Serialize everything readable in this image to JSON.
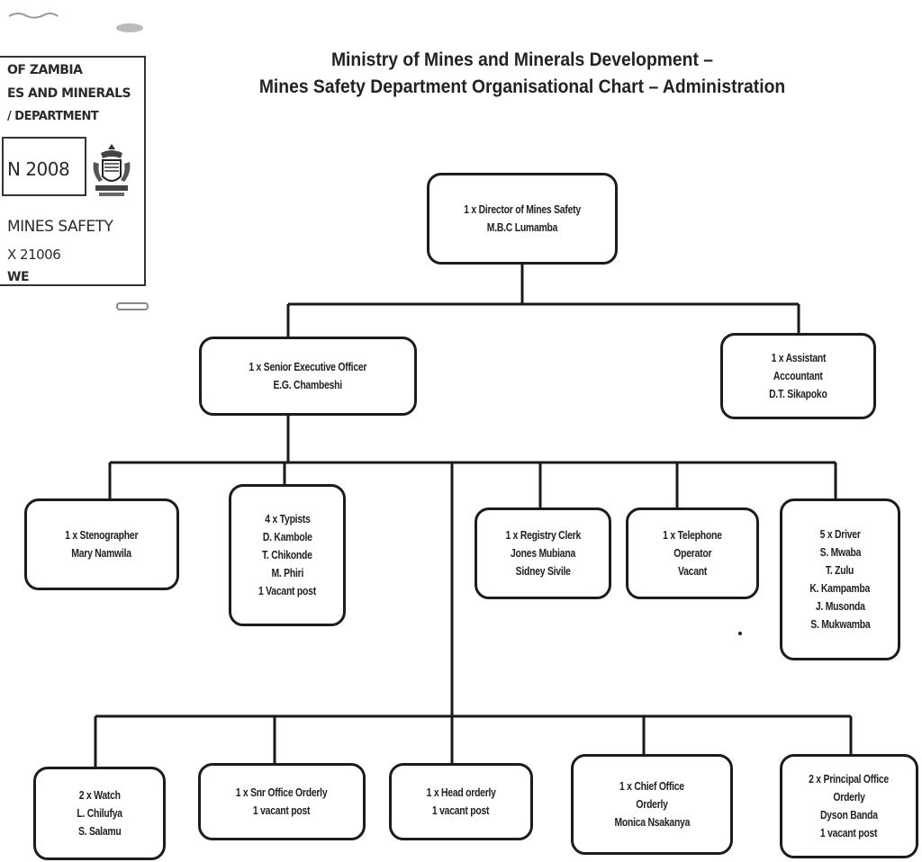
{
  "title": {
    "line1": "Ministry of Mines and Minerals Development –",
    "line2": "Mines Safety Department Organisational Chart – Administration"
  },
  "stamp": {
    "lines": [
      "OF ZAMBIA",
      "ES AND MINERALS",
      "/ DEPARTMENT",
      "N 2008",
      "MINES SAFETY",
      "X 21006",
      "WE"
    ]
  },
  "org": {
    "director": {
      "lines": [
        "1 x Director of Mines Safety",
        "M.B.C Lumamba"
      ]
    },
    "senior_exec": {
      "lines": [
        "1 x Senior Executive Officer",
        "E.G. Chambeshi"
      ]
    },
    "asst_accountant": {
      "lines": [
        "1 x Assistant",
        "Accountant",
        "D.T. Sikapoko"
      ]
    },
    "stenographer": {
      "lines": [
        "1 x Stenographer",
        "Mary Namwila"
      ]
    },
    "typists": {
      "lines": [
        "4 x Typists",
        "D. Kambole",
        "T. Chikonde",
        "M. Phiri",
        "1 Vacant post"
      ]
    },
    "registry_clerk": {
      "lines": [
        "1 x Registry Clerk",
        "Jones Mubiana",
        "Sidney Sivile"
      ]
    },
    "telephone_operator": {
      "lines": [
        "1 x Telephone",
        "Operator",
        "Vacant"
      ]
    },
    "drivers": {
      "lines": [
        "5 x Driver",
        "S. Mwaba",
        "T. Zulu",
        "K. Kampamba",
        "J. Musonda",
        "S. Mukwamba"
      ]
    },
    "watch": {
      "lines": [
        "2 x Watch",
        "L. Chilufya",
        "S. Salamu"
      ]
    },
    "snr_office_orderly": {
      "lines": [
        "1 x Snr Office Orderly",
        "1 vacant post"
      ]
    },
    "head_orderly": {
      "lines": [
        "1 x Head orderly",
        "1 vacant post"
      ]
    },
    "chief_office_orderly": {
      "lines": [
        "1 x Chief Office",
        "Orderly",
        "Monica Nsakanya"
      ]
    },
    "principal_office_orderly": {
      "lines": [
        "2 x Principal Office",
        "Orderly",
        "Dyson Banda",
        "1 vacant post"
      ]
    }
  }
}
